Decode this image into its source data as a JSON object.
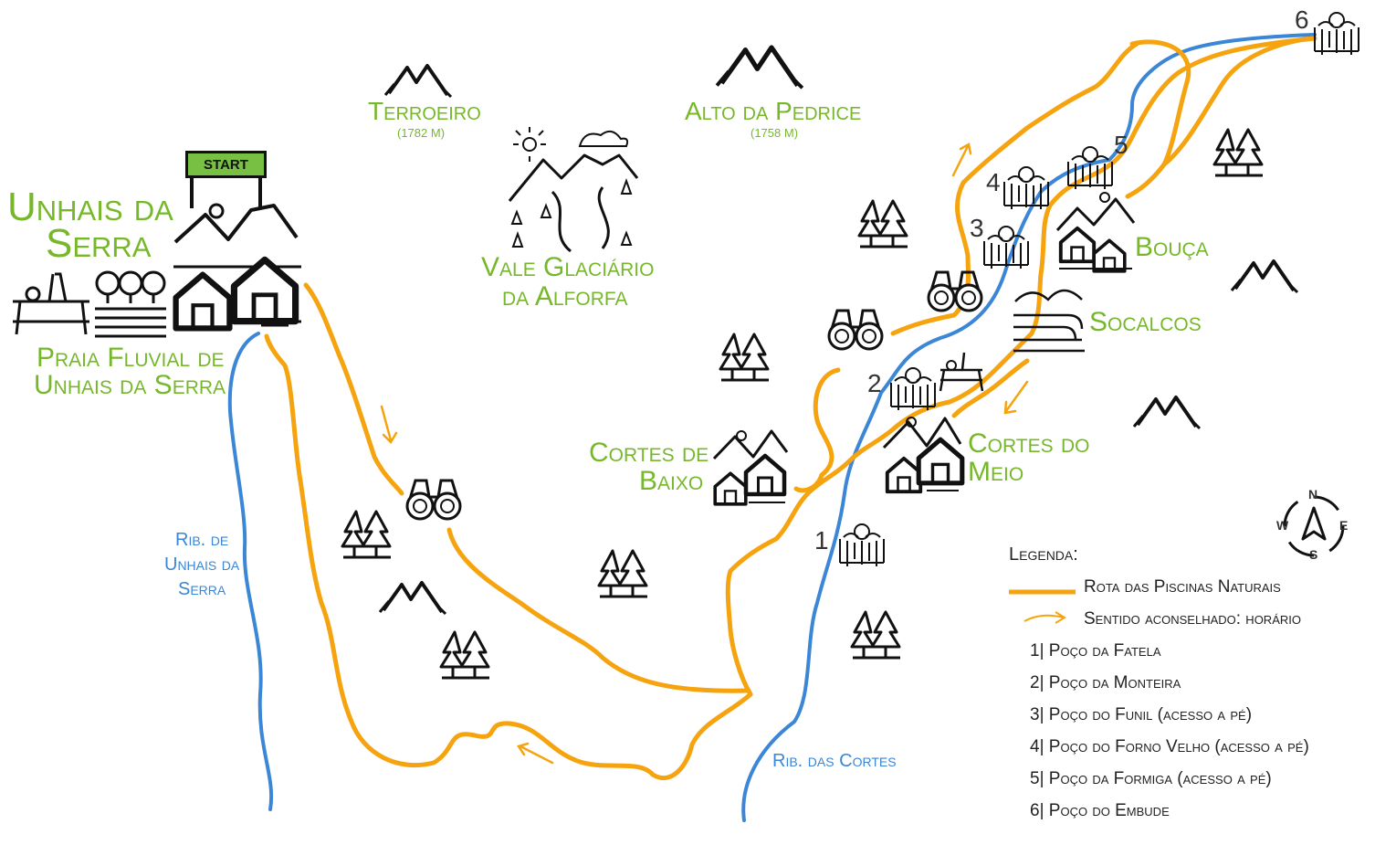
{
  "start_label": "START",
  "places": {
    "unhais_line1": "Unhais da",
    "unhais_line2": "Serra",
    "praia_line1": "Praia Fluvial de",
    "praia_line2": "Unhais da Serra",
    "terroeiro": "Terroeiro",
    "terroeiro_alt": "(1782 m)",
    "pedrice": "Alto da Pedrice",
    "pedrice_alt": "(1758 m)",
    "vale_line1": "Vale Glaciário",
    "vale_line2": "da Alforfa",
    "cortes_baixo_line1": "Cortes de",
    "cortes_baixo_line2": "Baixo",
    "cortes_meio_line1": "Cortes do",
    "cortes_meio_line2": "Meio",
    "bouca": "Bouça",
    "socalcos": "Socalcos"
  },
  "rivers": {
    "unhais_line1": "Rib. de",
    "unhais_line2": "Unhais da",
    "unhais_line3": "Serra",
    "cortes": "Rib. das Cortes"
  },
  "pool_numbers": [
    "1",
    "2",
    "3",
    "4",
    "5",
    "6"
  ],
  "compass": {
    "n": "N",
    "s": "S",
    "e": "E",
    "w": "W"
  },
  "legend": {
    "title": "Legenda:",
    "route": "Rota das Piscinas Naturais",
    "direction": "Sentido aconselhado: horário",
    "items": [
      "1| Poço da Fatela",
      "2| Poço da Monteira",
      "3| Poço do Funil (acesso a pé)",
      "4| Poço do Forno Velho (acesso a pé)",
      "5| Poço da Formiga (acesso a pé)",
      "6| Poço do Embude"
    ]
  },
  "colors": {
    "route": "#f5a40f",
    "river": "#3b86d6",
    "labels": "#76b82a",
    "ink": "#111111"
  }
}
